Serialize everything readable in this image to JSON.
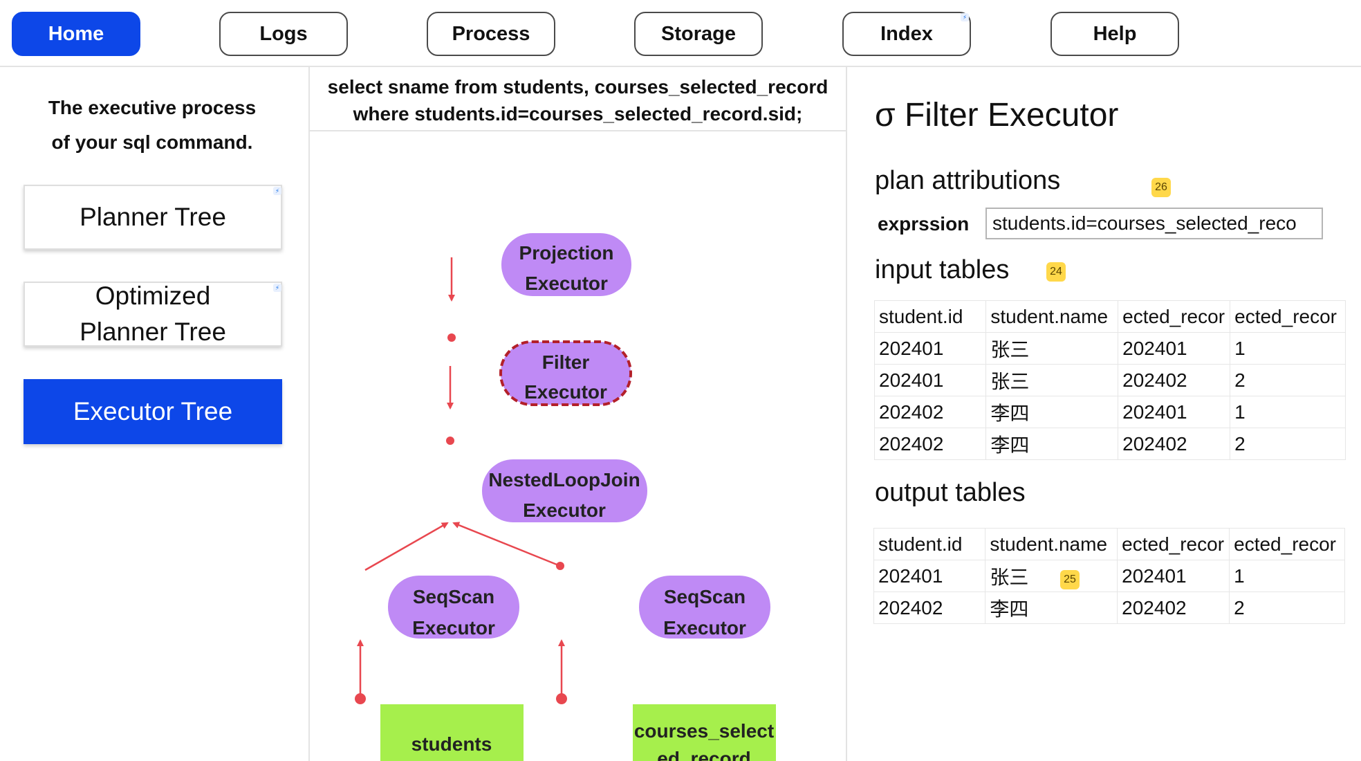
{
  "nav": {
    "items": [
      {
        "label": "Home",
        "active": true
      },
      {
        "label": "Logs"
      },
      {
        "label": "Process"
      },
      {
        "label": "Storage"
      },
      {
        "label": "Index"
      },
      {
        "label": "Help"
      }
    ]
  },
  "left": {
    "intro_line1": "The executive process",
    "intro_line2": "of your sql command.",
    "buttons": {
      "planner": "Planner Tree",
      "optimized": "Optimized Planner Tree",
      "executor": "Executor Tree"
    },
    "active": "Executor Tree"
  },
  "sql": {
    "line1": "select sname from students, courses_selected_record",
    "line2": "where students.id=courses_selected_record.sid;"
  },
  "tree": {
    "projection": [
      "Projection",
      "Executor"
    ],
    "filter": [
      "Filter",
      "Executor"
    ],
    "join": [
      "NestedLoopJoin",
      "Executor"
    ],
    "scan_left": [
      "SeqScan",
      "Executor"
    ],
    "scan_right": [
      "SeqScan",
      "Executor"
    ],
    "table_left": "students",
    "table_right": [
      "courses_select",
      "ed_record"
    ],
    "selected": "filter",
    "colors": {
      "executor_fill": "#bf8af5",
      "table_fill": "#a6ef4c",
      "edge": "#e8474f",
      "selected_border": "#b3202a"
    }
  },
  "detail": {
    "title": "σ Filter Executor",
    "plan_attr_heading": "plan attributions",
    "plan_badge": "26",
    "expression_label": "exprssion",
    "expression_value": "students.id=courses_selected_reco",
    "input_heading": "input tables",
    "input_badge": "24",
    "input_columns": [
      "student.id",
      "student.name",
      "ected_recor",
      "ected_recor"
    ],
    "input_rows": [
      [
        "202401",
        "张三",
        "202401",
        "1"
      ],
      [
        "202401",
        "张三",
        "202402",
        "2"
      ],
      [
        "202402",
        "李四",
        "202401",
        "1"
      ],
      [
        "202402",
        "李四",
        "202402",
        "2"
      ]
    ],
    "output_heading": "output tables",
    "output_badge": "25",
    "output_columns": [
      "student.id",
      "student.name",
      "ected_recor",
      "ected_recor"
    ],
    "output_rows": [
      [
        "202401",
        "张三",
        "202401",
        "1"
      ],
      [
        "202402",
        "李四",
        "202402",
        "2"
      ]
    ]
  }
}
